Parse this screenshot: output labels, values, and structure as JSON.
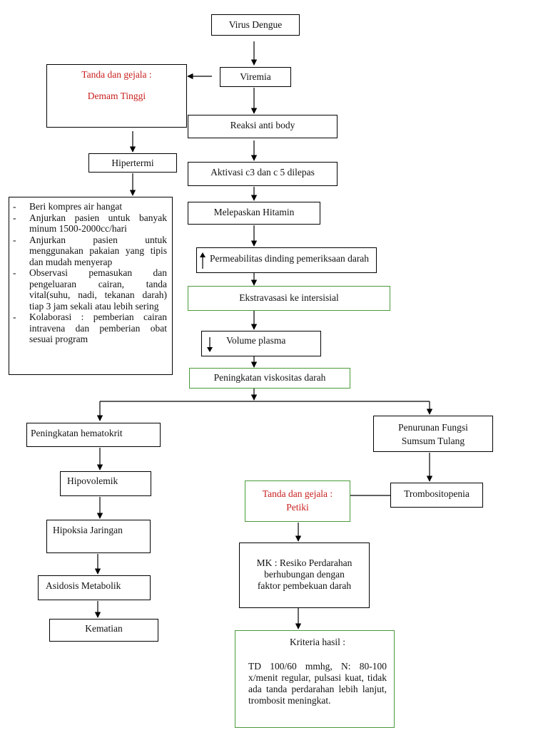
{
  "nodes": {
    "virus": "Virus Dengue",
    "viremia": "Viremia",
    "tanda1_title": "Tanda dan gejala :",
    "tanda1_value": "Demam Tinggi",
    "reaksi": "Reaksi anti body",
    "hipertermi": "Hipertermi",
    "aktivasi": "Aktivasi c3 dan c 5 dilepas",
    "melepaskan": "Melepaskan Hitamin",
    "permeabilitas": "Permeabilitas dinding pemeriksaan darah",
    "ekstravasasi": "Ekstravasasi ke intersisial",
    "volume": "Volume plasma",
    "viskositas": "Peningkatan viskositas darah",
    "hematokrit": "Peningkatan hematokrit",
    "penurunan_line1": "Penurunan Fungsi",
    "penurunan_line2": "Sumsum Tulang",
    "hipovolemik": "Hipovolemik",
    "trombositopenia": "Trombositopenia",
    "tanda2_title": "Tanda dan gejala :",
    "tanda2_value": "Petiki",
    "hipoksia": "Hipoksia Jaringan",
    "mk_line1": "MK : Resiko Perdarahan",
    "mk_line2": "berhubungan dengan",
    "mk_line3": "faktor pembekuan darah",
    "asidosis": "Asidosis Metabolik",
    "kematian": "Kematian",
    "kriteria_title": "Kriteria hasil :",
    "kriteria_body": "TD 100/60 mmhg, N: 80-100 x/menit regular, pulsasi kuat, tidak ada tanda perdarahan lebih lanjut, trombosit meningkat."
  },
  "interventions": [
    "Beri kompres air hangat",
    "Anjurkan pasien untuk banyak minum 1500-2000cc/hari",
    "Anjurkan pasien untuk menggunakan pakaian yang tipis dan mudah menyerap",
    "Observasi pemasukan dan pengeluaran cairan, tanda vital(suhu, nadi, tekanan darah) tiap 3 jam sekali atau lebih sering",
    "Kolaborasi : pemberian cairan intravena dan pemberian obat sesuai program"
  ],
  "colors": {
    "green_border": "#4a9a3a",
    "red_text": "#c8201e"
  },
  "icons": {
    "up_arrow": "arrow-up-icon",
    "down_arrow": "arrow-down-icon"
  }
}
